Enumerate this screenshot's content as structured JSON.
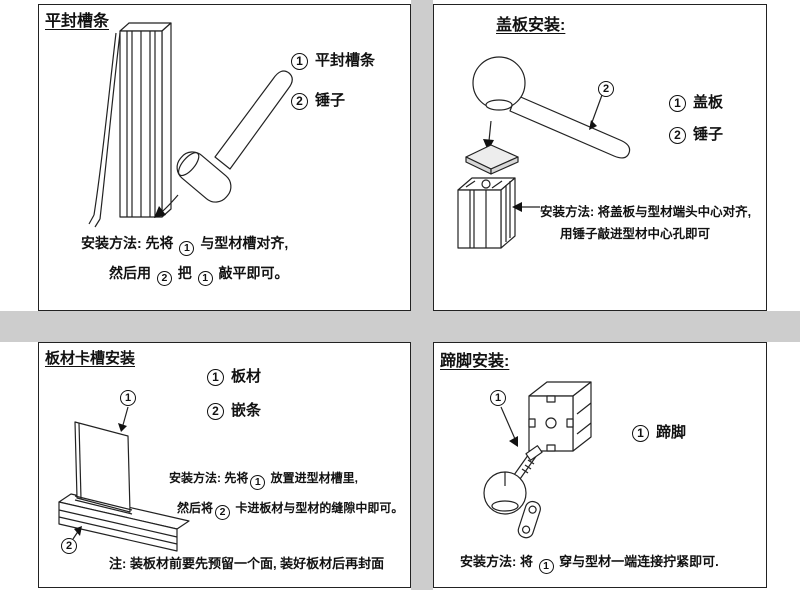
{
  "colors": {
    "background": "#ffffff",
    "divider": "#cdcdcd",
    "border": "#222222",
    "ink": "#111111"
  },
  "panels": [
    {
      "id": "flat-seal-strip",
      "title": "平封槽条",
      "legend": [
        {
          "num": "①",
          "label": "平封槽条"
        },
        {
          "num": "②",
          "label": "锤子"
        }
      ],
      "instructions": [
        "安装方法: 先将 ① 与型材槽对齐,",
        "然后用 ② 把 ① 敲平即可。"
      ]
    },
    {
      "id": "cover-plate",
      "title": "盖板安装:",
      "legend": [
        {
          "num": "①",
          "label": "盖板"
        },
        {
          "num": "②",
          "label": "锤子"
        }
      ],
      "marker": "②",
      "instructions": [
        "安装方法: 将盖板与型材端头中心对齐,",
        "用锤子敲进型材中心孔即可"
      ]
    },
    {
      "id": "panel-slot",
      "title": "板材卡槽安装",
      "legend": [
        {
          "num": "①",
          "label": "板材"
        },
        {
          "num": "②",
          "label": "嵌条"
        }
      ],
      "markers": [
        "①",
        "②"
      ],
      "instructions": [
        "安装方法: 先将① 放置进型材槽里,",
        "然后将② 卡进板材与型材的缝隙中即可。"
      ],
      "note": "注: 装板材前要先预留一个面, 装好板材后再封面"
    },
    {
      "id": "foot-install",
      "title": "蹄脚安装:",
      "legend": [
        {
          "num": "①",
          "label": "蹄脚"
        }
      ],
      "marker": "①",
      "instructions": [
        "安装方法: 将 ① 穿与型材一端连接拧紧即可."
      ]
    }
  ]
}
